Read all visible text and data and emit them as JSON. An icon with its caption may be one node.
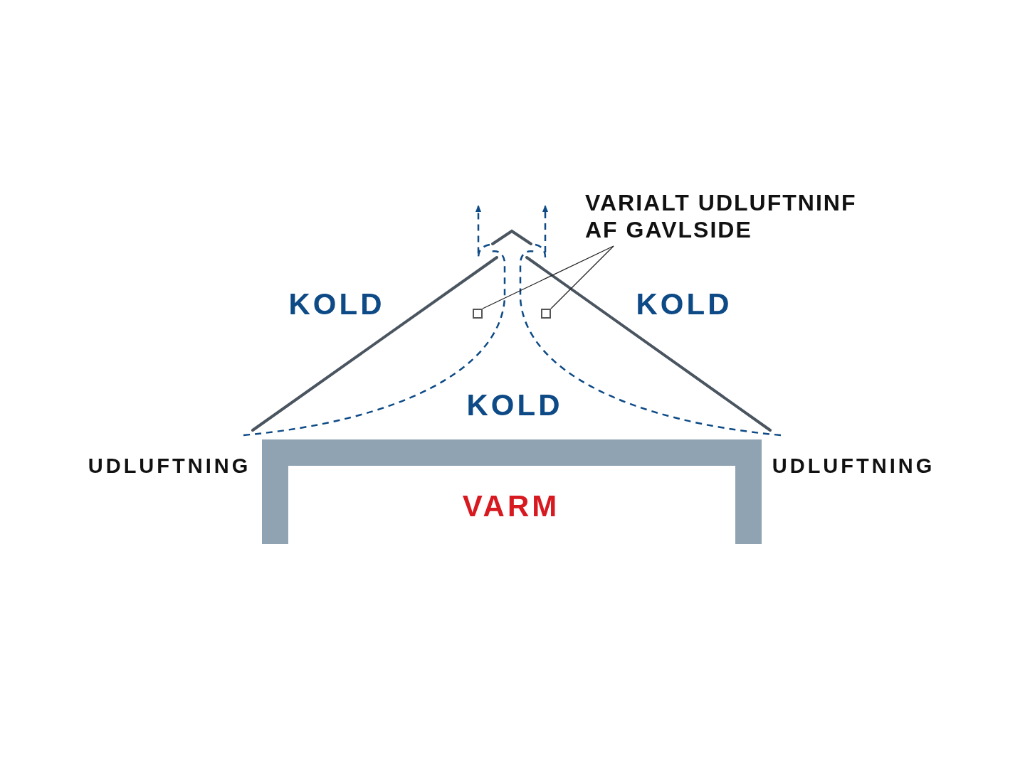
{
  "diagram": {
    "nodes": [
      {
        "text": [
          "VARIALT UDLUFTNINF AF GAVLSIDE"
        ]
      },
      {
        "text": [],
        "shape": "box"
      },
      {
        "text": [],
        "shape": "box"
      }
    ],
    "edges": [
      {
        "from": 0,
        "to": 1,
        "arrow": "none"
      },
      {
        "from": 0,
        "to": 2,
        "arrow": "none"
      }
    ],
    "labels": [
      "KOLD",
      "KOLD",
      "KOLD",
      "UDLUFTNING",
      "UDLUFTNING",
      "VARM"
    ]
  }
}
